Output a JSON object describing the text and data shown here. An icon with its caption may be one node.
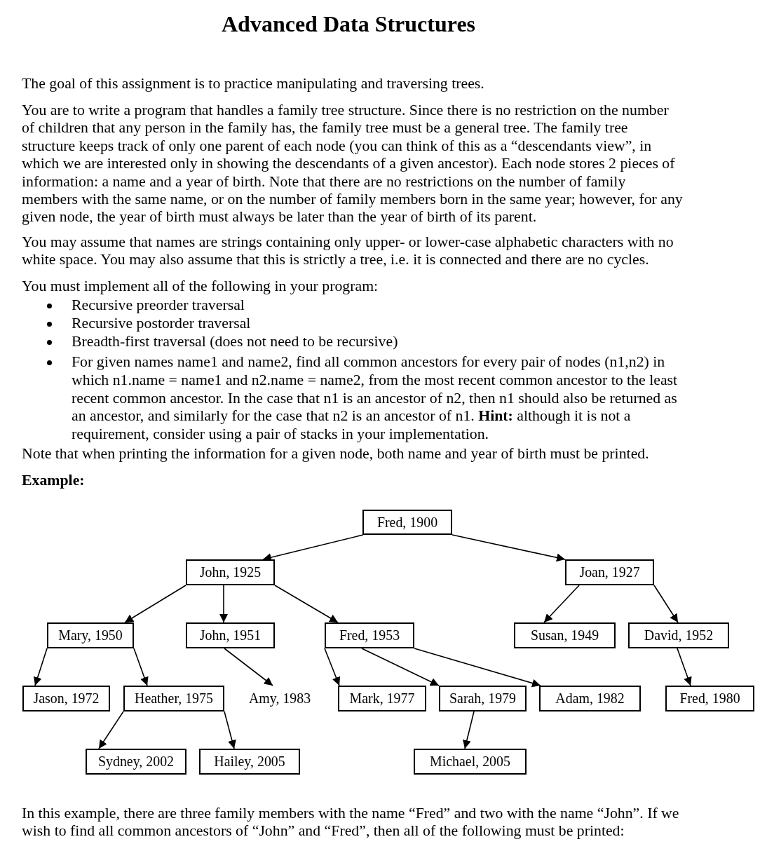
{
  "diagram": {
    "title": "Advanced Data Structures",
    "nodes": [
      {
        "text": [
          "Fred, 1900"
        ]
      },
      {
        "text": [
          "John, 1925"
        ]
      },
      {
        "text": [
          "Joan, 1927"
        ]
      },
      {
        "text": [
          "Mary, 1950"
        ]
      },
      {
        "text": [
          "John, 1951"
        ]
      },
      {
        "text": [
          "Fred, 1953"
        ]
      },
      {
        "text": [
          "Susan, 1949"
        ]
      },
      {
        "text": [
          "David, 1952"
        ]
      },
      {
        "text": [
          "Jason, 1972"
        ]
      },
      {
        "text": [
          "Heather, 1975"
        ]
      },
      {
        "text": [
          "Amy, 1983"
        ]
      },
      {
        "text": [
          "Mark, 1977"
        ]
      },
      {
        "text": [
          "Sarah, 1979"
        ]
      },
      {
        "text": [
          "Adam, 1982"
        ]
      },
      {
        "text": [
          "Fred, 1980"
        ]
      },
      {
        "text": [
          "Sydney, 2002"
        ]
      },
      {
        "text": [
          "Hailey, 2005"
        ]
      },
      {
        "text": [
          "Michael, 2005"
        ]
      }
    ],
    "edges": [
      {
        "from": 0,
        "to": 1,
        "arrow": "to"
      },
      {
        "from": 0,
        "to": 2,
        "arrow": "to"
      },
      {
        "from": 1,
        "to": 3,
        "arrow": "to"
      },
      {
        "from": 1,
        "to": 4,
        "arrow": "to"
      },
      {
        "from": 1,
        "to": 5,
        "arrow": "to"
      },
      {
        "from": 2,
        "to": 6,
        "arrow": "to"
      },
      {
        "from": 2,
        "to": 7,
        "arrow": "to"
      },
      {
        "from": 3,
        "to": 8,
        "arrow": "to"
      },
      {
        "from": 3,
        "to": 9,
        "arrow": "to"
      },
      {
        "from": 4,
        "to": 10,
        "arrow": "to"
      },
      {
        "from": 5,
        "to": 11,
        "arrow": "to"
      },
      {
        "from": 5,
        "to": 12,
        "arrow": "to"
      },
      {
        "from": 5,
        "to": 13,
        "arrow": "to"
      },
      {
        "from": 7,
        "to": 14,
        "arrow": "to"
      },
      {
        "from": 9,
        "to": 15,
        "arrow": "to"
      },
      {
        "from": 9,
        "to": 16,
        "arrow": "to"
      },
      {
        "from": 12,
        "to": 17,
        "arrow": "to"
      }
    ],
    "labels": [
      "The goal of this assignment is to practice manipulating and traversing trees.",
      "You are to write a program that handles a family tree structure. Since there is no restriction on the number of children that any person in the family has, the family tree must be a general tree. The family tree structure keeps track of only one parent of each node (you can think of this as a “descendants view”, in which we are interested only in showing the descendants of a given ancestor). Each node stores 2 pieces of information: a name and a year of birth. Note that there are no restrictions on the number of family members with the same name, or on the number of family members born in the same year; however, for any given node, the year of birth must always be later than the year of birth of its parent.",
      "You may assume that names are strings containing only upper- or lower-case alphabetic characters with no white space. You may also assume that this is strictly a tree, i.e. it is connected and there are no cycles.",
      "You must implement all of the following in your program:",
      "Recursive preorder traversal",
      "Recursive postorder traversal",
      "Breadth-first traversal (does not need to be recursive)",
      "For given names name1 and name2, find all common ancestors for every pair of nodes (n1,n2) in which n1.name = name1 and n2.name = name2, from the most recent common ancestor to the least recent common ancestor. In the case that n1 is an ancestor of n2, then n1 should also be returned as an ancestor, and similarly for the case that n2 is an ancestor of n1. **Hint:** although it is not a requirement, consider using a pair of stacks in your implementation.",
      "Note that when printing the information for a given node, both name and year of birth must be printed.",
      "Example:",
      "In this example, there are three family members with the name “Fred” and two with the name “John”. If we wish to find all common ancestors of “John” and “Fred”, then all of the following must be printed:"
    ]
  }
}
